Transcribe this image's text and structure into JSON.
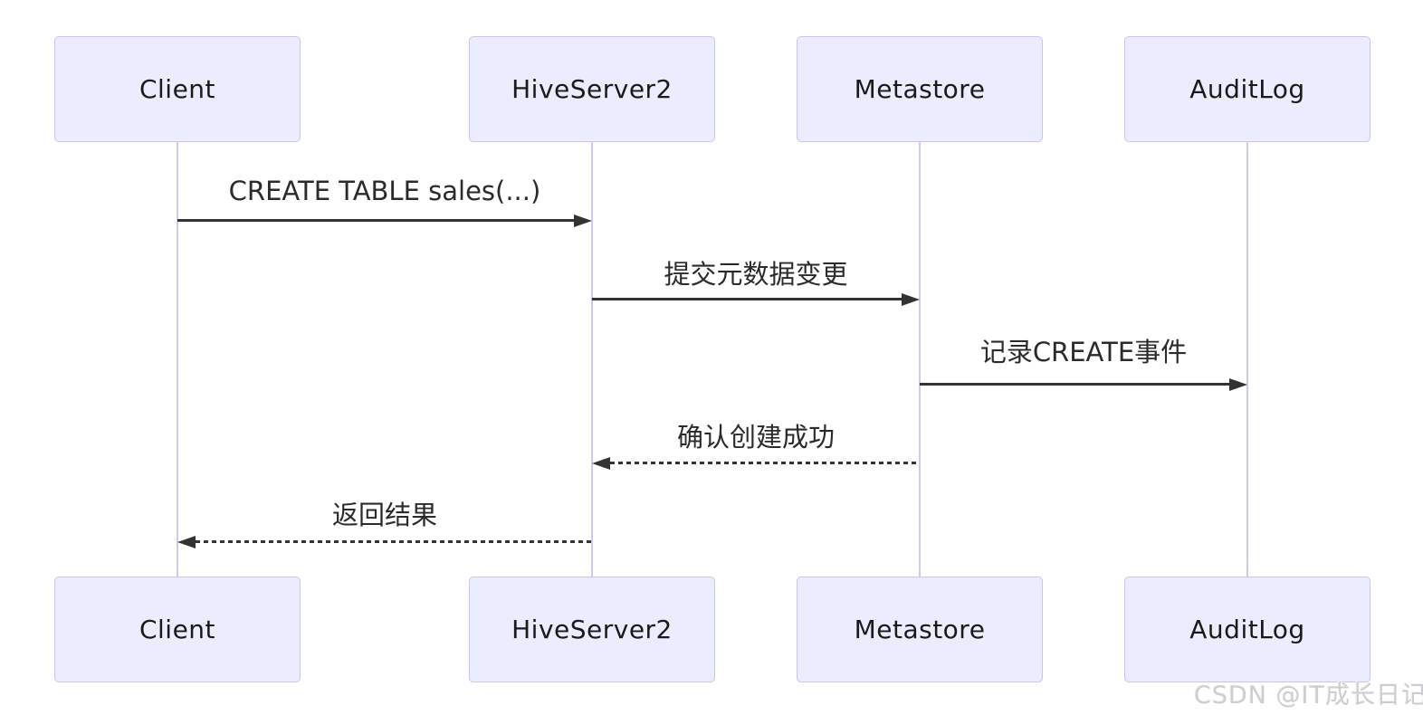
{
  "diagram": {
    "type": "sequence",
    "actors": [
      {
        "id": "client",
        "label": "Client"
      },
      {
        "id": "hiveserver2",
        "label": "HiveServer2"
      },
      {
        "id": "metastore",
        "label": "Metastore"
      },
      {
        "id": "auditlog",
        "label": "AuditLog"
      }
    ],
    "messages": [
      {
        "from": "Client",
        "to": "HiveServer2",
        "label": "CREATE TABLE sales(...)",
        "line": "solid",
        "direction": "right"
      },
      {
        "from": "HiveServer2",
        "to": "Metastore",
        "label": "提交元数据变更",
        "line": "solid",
        "direction": "right"
      },
      {
        "from": "Metastore",
        "to": "AuditLog",
        "label": "记录CREATE事件",
        "line": "solid",
        "direction": "right"
      },
      {
        "from": "Metastore",
        "to": "HiveServer2",
        "label": "确认创建成功",
        "line": "dashed",
        "direction": "left"
      },
      {
        "from": "HiveServer2",
        "to": "Client",
        "label": "返回结果",
        "line": "dashed",
        "direction": "left"
      }
    ],
    "colors": {
      "actor_fill": "#ECECFF",
      "actor_border": "#CDC3EF",
      "lifeline": "#D5C6EC",
      "arrow": "#333333",
      "text": "#1a1a1a",
      "background": "#ffffff",
      "watermark_text_color": "#cdcdd1"
    },
    "watermark": "CSDN @IT成长日记"
  }
}
